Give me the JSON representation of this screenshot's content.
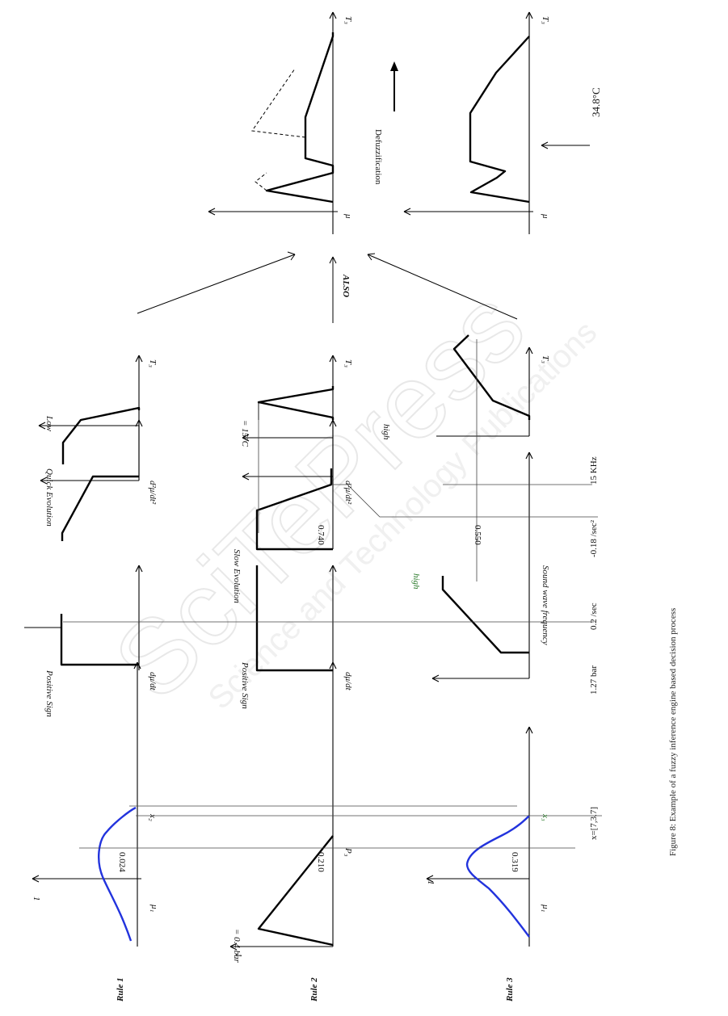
{
  "rules": [
    "Rule 1",
    "Rule 2",
    "Rule 3"
  ],
  "sets": {
    "r1_input1_label": "",
    "r1_sign": "Positive Sign",
    "r1_evolution": "Quick Evolution",
    "r1_output": "Low",
    "r2_input1": "= 0.4 bar",
    "r2_sign": "Positive Sign",
    "r2_evolution": "Slow Evolution",
    "r2_output": "= 15°C",
    "r3_freq": "high",
    "r3_output": "high"
  },
  "axes": {
    "mu1": "μ₁",
    "mu": "μ",
    "x2": "x₂",
    "x3": "x₃",
    "p3": "P₃",
    "dmu_dt": "dμ/dt",
    "d2mu_dt2": "d²μ/dt²",
    "t3": "T₃",
    "sound": "Sound wave frequency",
    "one": "1"
  },
  "values": {
    "v0024": "0.024",
    "v0210": "0.210",
    "v0319": "0.319",
    "v0740": "0.740",
    "v0550": "0.550"
  },
  "inputs": {
    "x_vec": "x=[7,3.7]",
    "pressure": "1.27 bar",
    "d1": "0.2 /sec",
    "d2": "-0.18 /sec²",
    "freq": "15 KHz"
  },
  "combine": "ALSO",
  "defuzz": "Defuzzification",
  "result": "34.8°C",
  "caption": "Figure 8: Example of a fuzzy inference engine based decision process",
  "watermark": {
    "main": "SciTePress",
    "sub": "Science and Technology Publications"
  }
}
